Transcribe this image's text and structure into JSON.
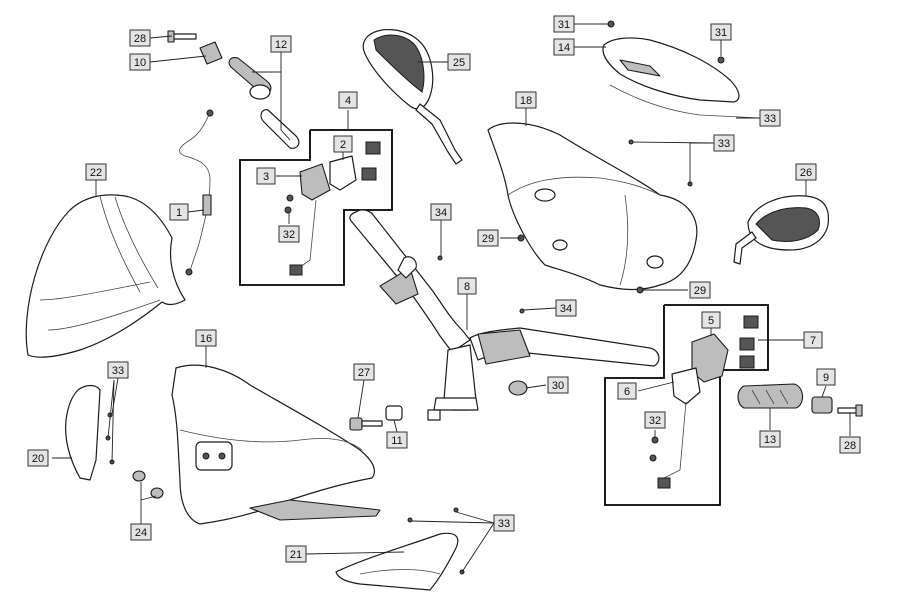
{
  "callouts": [
    {
      "id": "c28a",
      "text": "28"
    },
    {
      "id": "c10",
      "text": "10"
    },
    {
      "id": "c12",
      "text": "12"
    },
    {
      "id": "c25",
      "text": "25"
    },
    {
      "id": "c4",
      "text": "4"
    },
    {
      "id": "c2",
      "text": "2"
    },
    {
      "id": "c3",
      "text": "3"
    },
    {
      "id": "c32a",
      "text": "32"
    },
    {
      "id": "c22",
      "text": "22"
    },
    {
      "id": "c1",
      "text": "1"
    },
    {
      "id": "c18",
      "text": "18"
    },
    {
      "id": "c31a",
      "text": "31"
    },
    {
      "id": "c14",
      "text": "14"
    },
    {
      "id": "c31b",
      "text": "31"
    },
    {
      "id": "c33a",
      "text": "33"
    },
    {
      "id": "c33b",
      "text": "33"
    },
    {
      "id": "c26",
      "text": "26"
    },
    {
      "id": "c29a",
      "text": "29"
    },
    {
      "id": "c29b",
      "text": "29"
    },
    {
      "id": "c34a",
      "text": "34"
    },
    {
      "id": "c34b",
      "text": "34"
    },
    {
      "id": "c8",
      "text": "8"
    },
    {
      "id": "c16",
      "text": "16"
    },
    {
      "id": "c33c",
      "text": "33"
    },
    {
      "id": "c20",
      "text": "20"
    },
    {
      "id": "c24",
      "text": "24"
    },
    {
      "id": "c27",
      "text": "27"
    },
    {
      "id": "c11",
      "text": "11"
    },
    {
      "id": "c30",
      "text": "30"
    },
    {
      "id": "c5",
      "text": "5"
    },
    {
      "id": "c7",
      "text": "7"
    },
    {
      "id": "c6",
      "text": "6"
    },
    {
      "id": "c32b",
      "text": "32"
    },
    {
      "id": "c9",
      "text": "9"
    },
    {
      "id": "c13",
      "text": "13"
    },
    {
      "id": "c28b",
      "text": "28"
    },
    {
      "id": "c21",
      "text": "21"
    },
    {
      "id": "c33d",
      "text": "33"
    }
  ]
}
